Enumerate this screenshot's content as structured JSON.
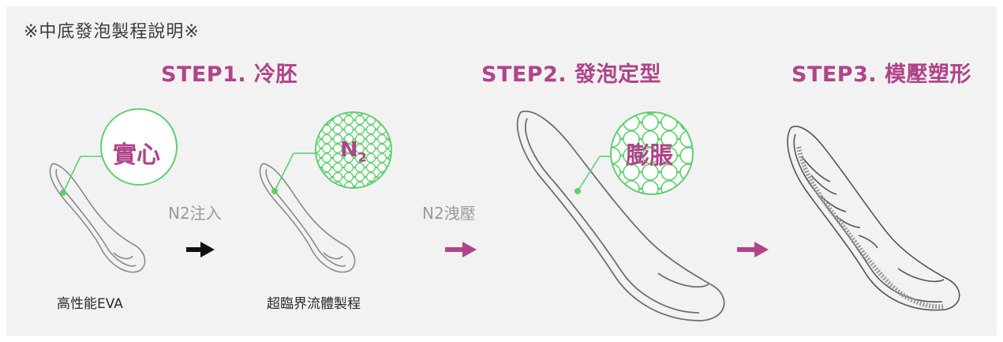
{
  "heading": "※中底發泡製程說明※",
  "steps": [
    {
      "label": "STEP1. 冷胚"
    },
    {
      "label": "STEP2. 發泡定型"
    },
    {
      "label": "STEP3. 模壓塑形"
    }
  ],
  "bubbles": {
    "solid": "實心",
    "n2_main": "N",
    "n2_sub": "2",
    "expand": "膨脹"
  },
  "processes": {
    "inject": "N2注入",
    "release": "N2洩壓"
  },
  "labels": {
    "eva": "高性能EVA",
    "supercritical": "超臨界流體製程"
  },
  "colors": {
    "step": "#b0448a",
    "green": "#5fcf6e",
    "arrow_black": "#111111",
    "arrow_pink": "#b0448a",
    "process_gray": "#9a9a9a"
  }
}
